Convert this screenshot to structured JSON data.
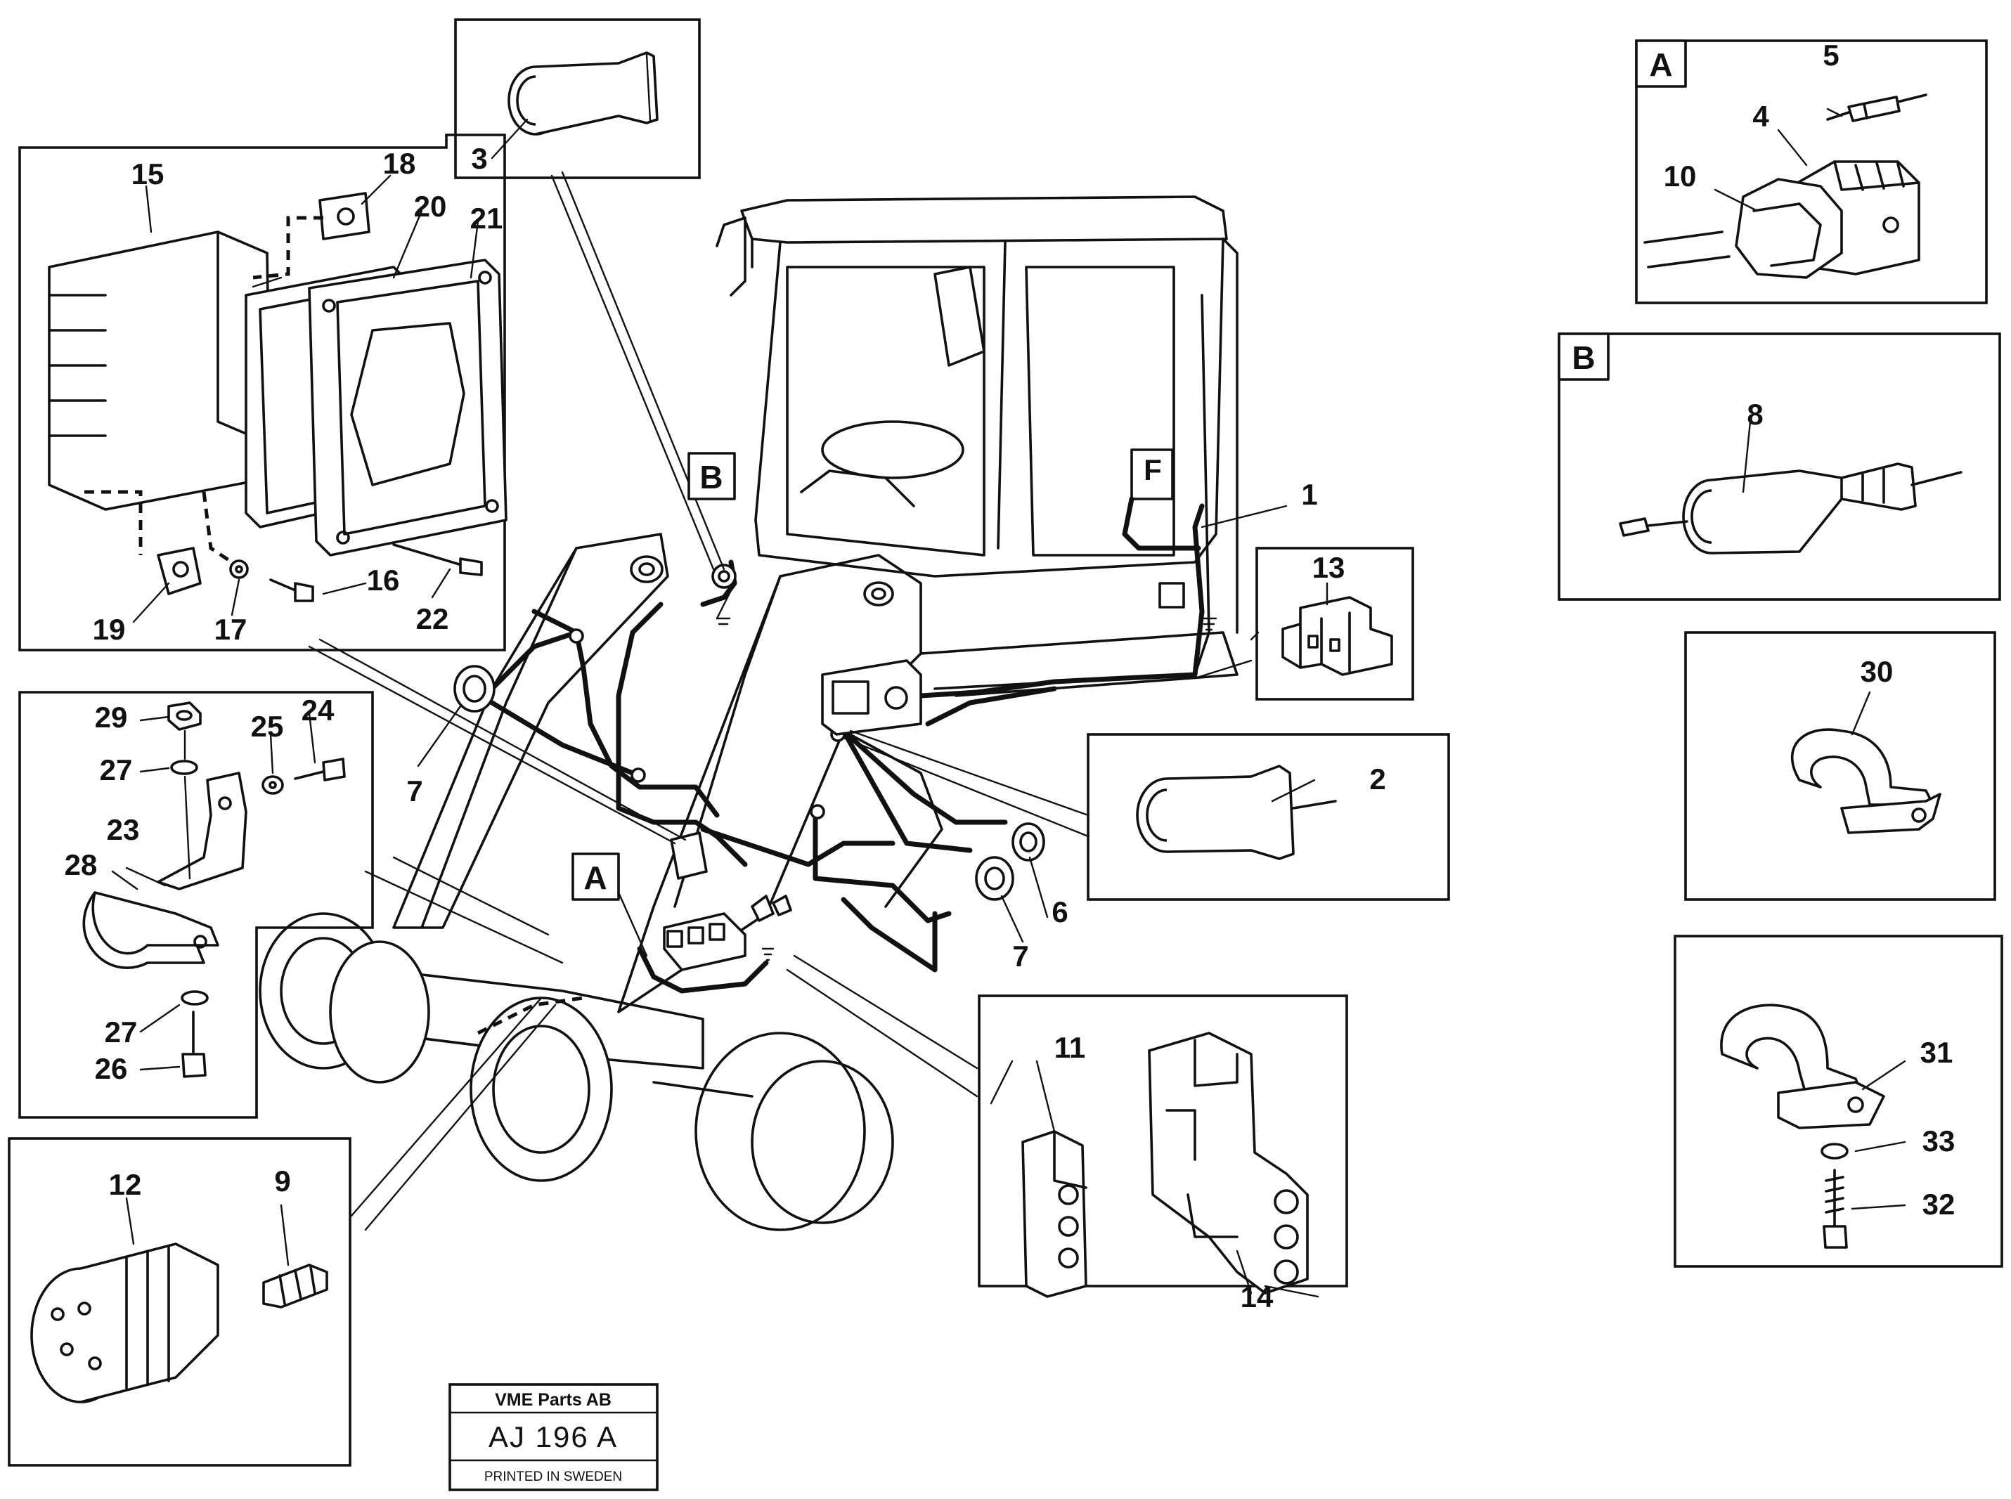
{
  "diagram": {
    "callouts": {
      "c1": "1",
      "c2": "2",
      "c3": "3",
      "c4": "4",
      "c5": "5",
      "c6": "6",
      "c7a": "7",
      "c7b": "7",
      "c8": "8",
      "c9": "9",
      "c10": "10",
      "c11": "11",
      "c12": "12",
      "c13": "13",
      "c14": "14",
      "c15": "15",
      "c16": "16",
      "c17": "17",
      "c18": "18",
      "c19": "19",
      "c20": "20",
      "c21": "21",
      "c22": "22",
      "c23": "23",
      "c24": "24",
      "c25": "25",
      "c26": "26",
      "c27a": "27",
      "c27b": "27",
      "c28": "28",
      "c29": "29",
      "c30": "30",
      "c31": "31",
      "c32": "32",
      "c33": "33"
    },
    "detail_markers": {
      "a_inset": "A",
      "b_inset": "B",
      "a_main": "A",
      "b_main": "B",
      "f_label": "F"
    },
    "title_block": {
      "company": "VME Parts AB",
      "code": "AJ 196  A",
      "printed": "PRINTED IN SWEDEN"
    }
  }
}
